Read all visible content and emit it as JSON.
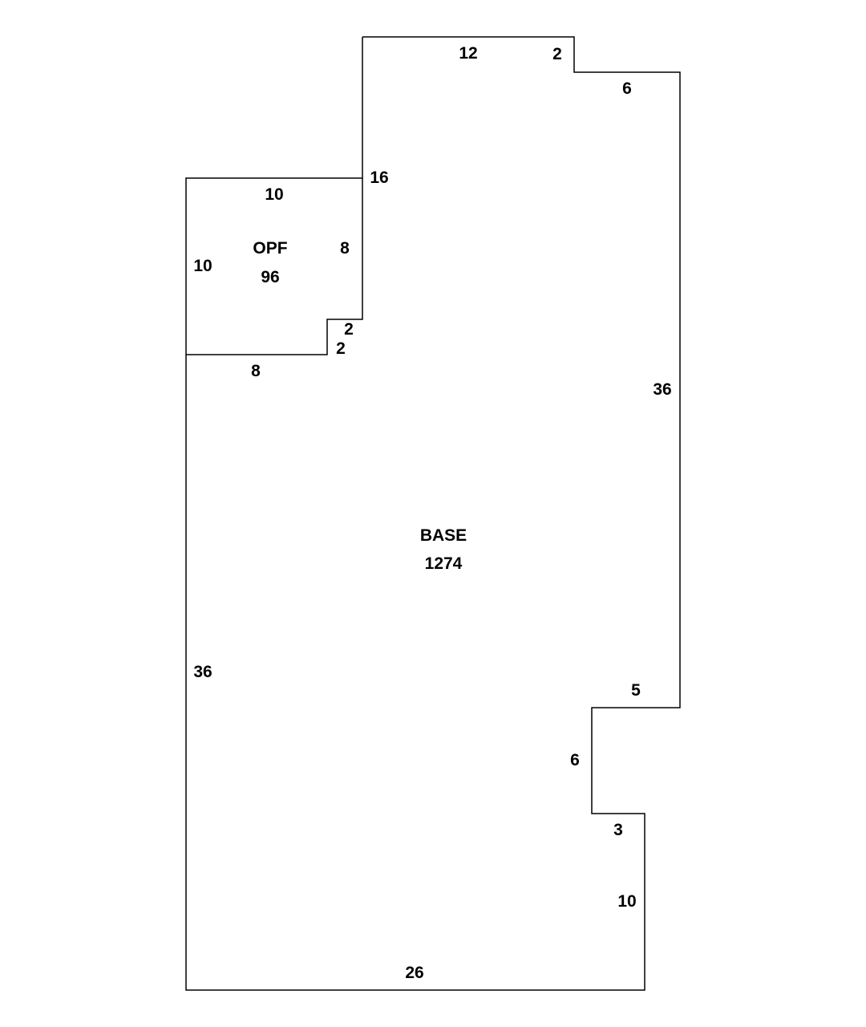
{
  "areas": [
    {
      "name": "OPF",
      "area": "96"
    },
    {
      "name": "BASE",
      "area": "1274"
    }
  ],
  "dimensions": {
    "top": "12",
    "top_step_down": "2",
    "top_right": "6",
    "junction": "16",
    "opf_top": "10",
    "opf_left": "10",
    "opf_right": "8",
    "notch_vertical": "2",
    "notch_horizontal": "2",
    "opf_bottom": "8",
    "right": "36",
    "left": "36",
    "right_step": "5",
    "inset_vertical": "6",
    "inset_horizontal": "3",
    "lower_right": "10",
    "bottom": "26"
  },
  "colors": {
    "line": "#000000",
    "background": "#ffffff"
  }
}
